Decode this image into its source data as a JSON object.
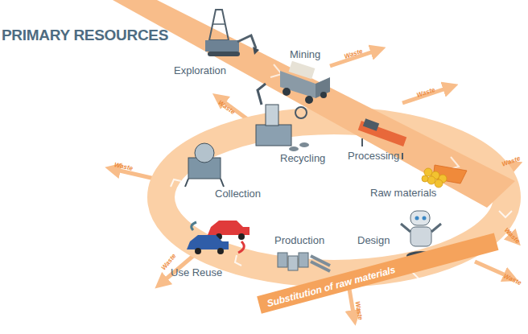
{
  "diagram": {
    "title": "PRIMARY RESOURCES",
    "nodes": [
      {
        "text": [
          "Substitution of raw materials"
        ]
      }
    ],
    "labels": [
      "Exploration",
      "Mining",
      "Waste",
      "Processing",
      "Waste",
      "Raw materials",
      "Waste",
      "Design",
      "Waste",
      "Waste",
      "Production",
      "Use Reuse",
      "Waste",
      "Waste",
      "Collection",
      "Waste",
      "Recycling",
      "Waste"
    ]
  }
}
